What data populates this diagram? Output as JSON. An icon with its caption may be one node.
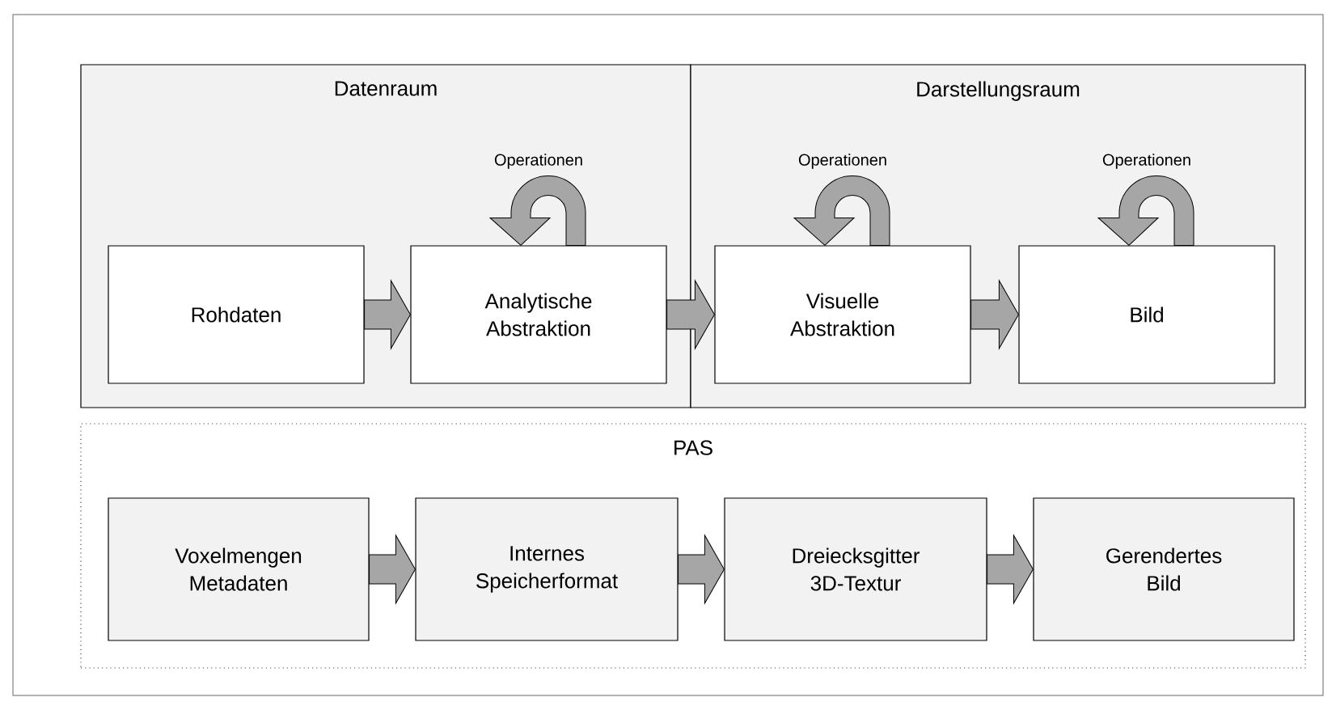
{
  "diagram": {
    "nodes": [
      {
        "text": [
          "Datenraum"
        ]
      },
      {
        "text": [
          "Darstellungsraum"
        ]
      },
      {
        "text": [
          "Rohdaten"
        ],
        "in": 0
      },
      {
        "text": [
          "Analytische Abstraktion"
        ],
        "in": 0
      },
      {
        "text": [
          "Visuelle Abstraktion"
        ],
        "in": 1
      },
      {
        "text": [
          "Bild"
        ],
        "in": 1
      },
      {
        "text": [
          "PAS"
        ]
      },
      {
        "text": [
          "Voxelmengen Metadaten"
        ],
        "in": 6
      },
      {
        "text": [
          "Internes Speicherformat"
        ],
        "in": 6
      },
      {
        "text": [
          "Dreiecksgitter 3D-Textur"
        ],
        "in": 6
      },
      {
        "text": [
          "Gerendertes Bild"
        ],
        "in": 6
      }
    ],
    "edges": [
      {
        "from": 2,
        "to": 3,
        "arrow": "to"
      },
      {
        "from": 3,
        "to": 3,
        "arrow": "to",
        "label": "Operationen"
      },
      {
        "from": 3,
        "to": 4,
        "arrow": "to"
      },
      {
        "from": 4,
        "to": 4,
        "arrow": "to",
        "label": "Operationen"
      },
      {
        "from": 4,
        "to": 5,
        "arrow": "to"
      },
      {
        "from": 5,
        "to": 5,
        "arrow": "to",
        "label": "Operationen"
      },
      {
        "from": 7,
        "to": 8,
        "arrow": "to"
      },
      {
        "from": 8,
        "to": 9,
        "arrow": "to"
      },
      {
        "from": 9,
        "to": 10,
        "arrow": "to"
      }
    ]
  }
}
